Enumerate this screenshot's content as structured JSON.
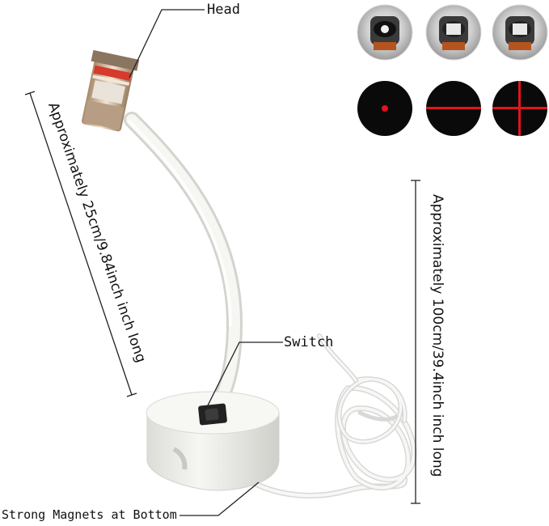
{
  "labels": {
    "head": "Head",
    "switch": "Switch",
    "magnets": "Strong Magnets at Bottom",
    "arm_length": "Approximately 25cm/9.84inch inch long",
    "cable_length": "Approximately 100cm/39.4inch inch long"
  },
  "patterns": [
    {
      "name": "dot"
    },
    {
      "name": "line"
    },
    {
      "name": "cross"
    }
  ],
  "colors": {
    "laser": "#e0141e",
    "pattern_bg": "#0a0a0a",
    "body": "#f1f1ee",
    "switch": "#222222"
  }
}
